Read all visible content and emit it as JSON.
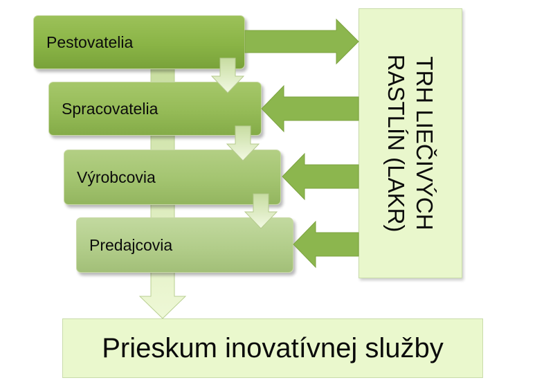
{
  "diagram": {
    "nodes": [
      {
        "id": "growers",
        "label": "Pestovatelia"
      },
      {
        "id": "processors",
        "label": "Spracovatelia"
      },
      {
        "id": "producers",
        "label": "Výrobcovia"
      },
      {
        "id": "sellers",
        "label": "Predajcovia"
      }
    ],
    "market": {
      "label": "TRH LIEČIVÝCH RASTLÍN (LAKR)"
    },
    "result": {
      "label": "Prieskum inovatívnej služby"
    }
  },
  "colors": {
    "dark_green": "#8ab446",
    "light_green": "#eaf8cd",
    "arrow_green": "#8cb64e",
    "pale_arrow": "#dcecc1"
  }
}
